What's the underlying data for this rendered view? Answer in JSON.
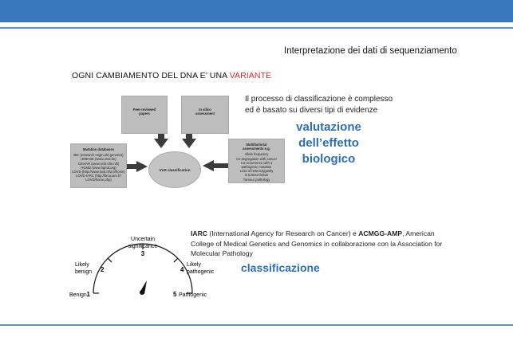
{
  "header": {
    "title": "Interpretazione dei dati di sequenziamento"
  },
  "headline": {
    "prefix": "OGNI CAMBIAMENTO DEL DNA E’ UNA ",
    "accent_word": "VARIANTE",
    "accent_color": "#d42a2a"
  },
  "diagram": {
    "box_peer": {
      "title": "Peer-reviewed\npapers"
    },
    "box_silico": {
      "title": "In silico\nassessment"
    },
    "box_mutation": {
      "title": "Mutation databases",
      "lines": "BIC (research origin,old genetics)\nUMD-BE (www.umd.be)\nClinVAR (www.ncbi.nlm.nih)\nHGMD (www.hgmd.org)\nLOVD (http://www.lovd.nl/3.0/home)\nLOVD-IARC (http://brca.iarc.fr/\nLOVD/home.php)"
    },
    "box_multi": {
      "title": "Multifactorial\nassessments e.g.",
      "lines": "Allele frequency\nCo-segregation with cancer\nCo-occurrence with a\npathogenic mutation\nLoss of heterozygosity\nin tumour tissue\nTumour pathology"
    },
    "center": {
      "label": "VUS classification"
    }
  },
  "description": {
    "text": "Il processo di classificazione è complesso\ned è basato su diversi tipi di evidenze"
  },
  "valutazione": {
    "text": "valutazione\ndell’effetto\nbiologico",
    "color": "#2e6fb4"
  },
  "iarc": {
    "bold1": "IARC",
    "text1": " (International Agency for Research on Cancer) e ",
    "bold2": "ACMGG-AMP",
    "text2": ",\nAmerican College of Medical Genetics and Genomics in collaborazione con la Association for Molecular Pathology"
  },
  "classificazione": {
    "text": "classificazione",
    "color": "#2e6fb4"
  },
  "gauge": {
    "marks": [
      {
        "num": "1",
        "label": "Benign"
      },
      {
        "num": "2",
        "label": "Likely\nbenign"
      },
      {
        "num": "3",
        "label": "Uncertain\nsignificance"
      },
      {
        "num": "4",
        "label": "Likely\npathogenic"
      },
      {
        "num": "5",
        "label": "Pathogenic"
      }
    ]
  }
}
